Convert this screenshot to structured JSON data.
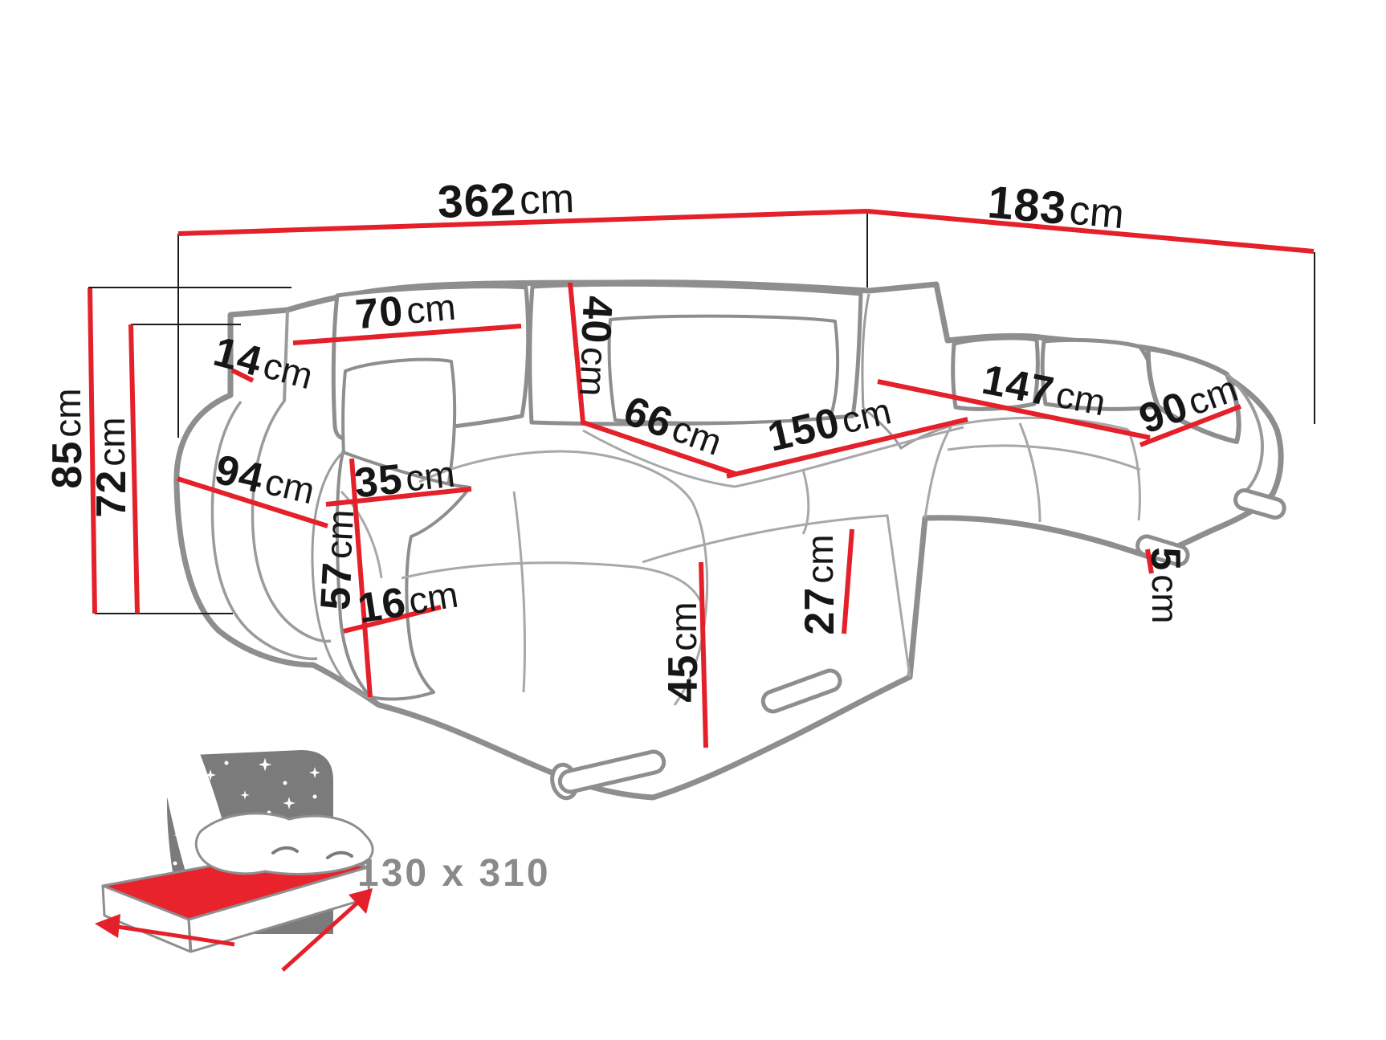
{
  "diagram_title": "sofa-dimension-diagram",
  "dimensions": {
    "d362": {
      "value": "362",
      "unit": "cm"
    },
    "d183": {
      "value": "183",
      "unit": "cm"
    },
    "d70": {
      "value": "70",
      "unit": "cm"
    },
    "d14": {
      "value": "14",
      "unit": "cm"
    },
    "d40": {
      "value": "40",
      "unit": "cm"
    },
    "d66": {
      "value": "66",
      "unit": "cm"
    },
    "d150": {
      "value": "150",
      "unit": "cm"
    },
    "d147": {
      "value": "147",
      "unit": "cm"
    },
    "d90": {
      "value": "90",
      "unit": "cm"
    },
    "d85": {
      "value": "85",
      "unit": "cm"
    },
    "d72": {
      "value": "72",
      "unit": "cm"
    },
    "d94": {
      "value": "94",
      "unit": "cm"
    },
    "d35": {
      "value": "35",
      "unit": "cm"
    },
    "d57": {
      "value": "57",
      "unit": "cm"
    },
    "d16": {
      "value": "16",
      "unit": "cm"
    },
    "d45": {
      "value": "45",
      "unit": "cm"
    },
    "d27": {
      "value": "27",
      "unit": "cm"
    },
    "d5": {
      "value": "5",
      "unit": "cm"
    }
  },
  "sleeping_area": {
    "text": "130 x 310"
  },
  "colors": {
    "dimension_red": "#e4202a",
    "outline_gray": "#8e8e8e",
    "icon_gray": "#7b7b7b",
    "mattress_red": "#e8232b",
    "sleeping_label_gray": "#8a8a8a",
    "text_black": "#161616"
  }
}
